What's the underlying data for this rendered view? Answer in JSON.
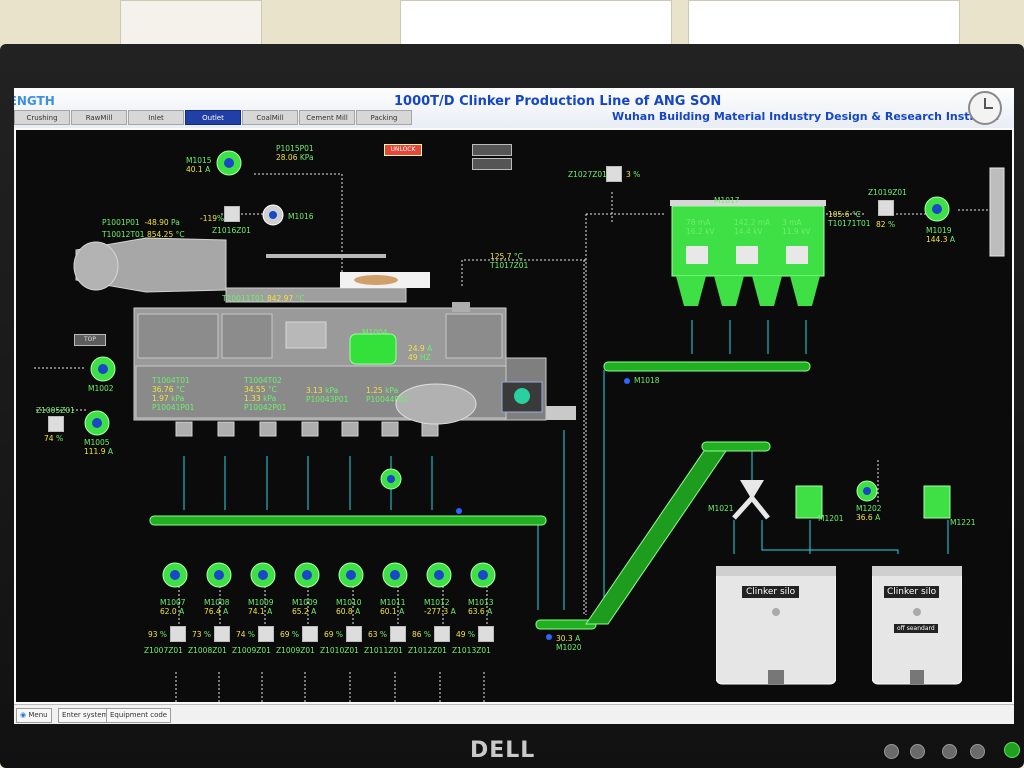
{
  "header": {
    "logo": "SENGTH",
    "title": "1000T/D Clinker Production Line of ANG SON",
    "subtitle": "Wuhan Building Material Industry Design & Research Institute",
    "tabs": [
      "Crushing",
      "RawMill",
      "Inlet",
      "Outlet",
      "CoalMill",
      "Cement Mill",
      "Packing"
    ],
    "active_tab": 3
  },
  "controls": {
    "unlock": "UNLOCK",
    "top": "TOP",
    "small_buttons": [
      "",
      ""
    ]
  },
  "footer": {
    "menu": "Menu",
    "enter_system": "Enter system",
    "equipment_code": "Equipment code"
  },
  "monitor": {
    "brand": "DELL"
  },
  "tags": {
    "m1015": {
      "name": "M1015",
      "value": "40.1",
      "unit": "A"
    },
    "p1015p01": {
      "name": "P1015P01",
      "value": "28.06",
      "unit": "KPa"
    },
    "z1016z01": {
      "name": "Z1016Z01",
      "value": "-119",
      "unit": "%"
    },
    "m1016": {
      "name": "M1016"
    },
    "p1001p01": {
      "name": "P1001P01",
      "value": "-48.90",
      "unit": "Pa"
    },
    "t10012t01": {
      "name": "T10012T01",
      "value": "854.25",
      "unit": "°C"
    },
    "t10011t01": {
      "name": "T10011T01",
      "value": "842.97",
      "unit": "°C"
    },
    "t1017z01": {
      "name": "T1017Z01",
      "value": "125.7",
      "unit": "°C"
    },
    "z1027z01": {
      "name": "Z1027Z01",
      "value": "3",
      "unit": "%"
    },
    "m1017": {
      "name": "M1017"
    },
    "z1019z01": {
      "name": "Z1019Z01",
      "value": "82",
      "unit": "%"
    },
    "t10171t01": {
      "name": "T10171T01",
      "value": "105.6",
      "unit": "°C"
    },
    "m1019": {
      "name": "M1019",
      "value": "144.3",
      "unit": "A"
    },
    "m1004": {
      "name": "M1004",
      "value1": "24.9",
      "unit1": "A",
      "value2": "49",
      "unit2": "HZ"
    },
    "t1004t01": {
      "name": "T1004T01",
      "value": "36.76",
      "unit": "°C"
    },
    "p10041p01": {
      "name": "P10041P01",
      "value": "1.97",
      "unit": "kPa"
    },
    "t1004t02": {
      "name": "T1004T02",
      "value": "34.55",
      "unit": "°C"
    },
    "p10042p01": {
      "name": "P10042P01",
      "value": "1.33",
      "unit": "kPa"
    },
    "p10043p01": {
      "name": "P10043P01",
      "value": "3.13",
      "unit": "kPa"
    },
    "p10044p01": {
      "name": "P10044P01",
      "value": "1.25",
      "unit": "kPa"
    },
    "m1002": {
      "name": "M1002"
    },
    "z1005z01": {
      "name": "Z1005Z01",
      "value": "74",
      "unit": "%"
    },
    "m1005": {
      "name": "M1005",
      "value": "111.9",
      "unit": "A"
    },
    "m1018": {
      "name": "M1018"
    },
    "m1020": {
      "name": "M1020",
      "value": "30.3",
      "unit": "A"
    },
    "m1021": {
      "name": "M1021"
    },
    "m1201": {
      "name": "M1201"
    },
    "m1202": {
      "name": "M1202",
      "value": "36.6",
      "unit": "A"
    },
    "m1221": {
      "name": "M1221"
    },
    "silo1": "Clinker silo",
    "silo2": "Clinker silo",
    "off_standard": "off seandard",
    "bags": [
      {
        "v1": "78",
        "u1": "mA",
        "v2": "16.2",
        "u2": "kV"
      },
      {
        "v1": "142.2",
        "u1": "mA",
        "v2": "14.4",
        "u2": "kV"
      },
      {
        "v1": "3",
        "u1": "mA",
        "v2": "11.9",
        "u2": "kV"
      }
    ]
  },
  "fans": [
    {
      "name": "M1007",
      "value": "62.0",
      "unit": "A",
      "damper": "Z1007Z01",
      "pct": "93"
    },
    {
      "name": "M1008",
      "value": "76.4",
      "unit": "A",
      "damper": "Z1008Z01",
      "pct": "73"
    },
    {
      "name": "M1009",
      "value": "74.1",
      "unit": "A",
      "damper": "Z1009Z01",
      "pct": "74"
    },
    {
      "name": "M1009",
      "value": "65.2",
      "unit": "A",
      "damper": "Z1009Z01",
      "pct": "69"
    },
    {
      "name": "M1010",
      "value": "60.8",
      "unit": "A",
      "damper": "Z1010Z01",
      "pct": "69"
    },
    {
      "name": "M1011",
      "value": "60.1",
      "unit": "A",
      "damper": "Z1011Z01",
      "pct": "63"
    },
    {
      "name": "M1012",
      "value": "-277.3",
      "unit": "A",
      "damper": "Z1012Z01",
      "pct": "86"
    },
    {
      "name": "M1013",
      "value": "63.6",
      "unit": "A",
      "damper": "Z1013Z01",
      "pct": "49"
    }
  ]
}
